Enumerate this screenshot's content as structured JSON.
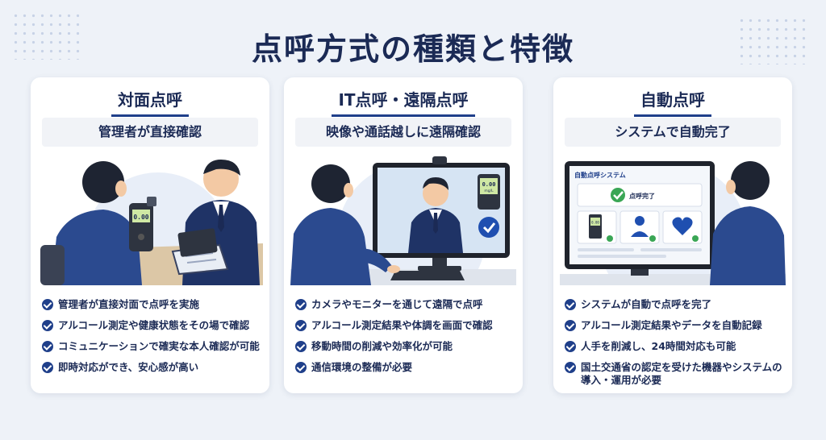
{
  "title": "点呼方式の種類と特徴",
  "cards": [
    {
      "title": "対面点呼",
      "subtitle": "管理者が直接確認",
      "device_reading": "0.00",
      "bullets": [
        "管理者が直接対面で点呼を実施",
        "アルコール測定や健康状態をその場で確認",
        "コミュニケーションで確実な本人確認が可能",
        "即時対応ができ、安心感が高い"
      ]
    },
    {
      "title": "IT点呼・遠隔点呼",
      "subtitle": "映像や通話越しに遠隔確認",
      "device_reading": "0.00",
      "device_unit": "mg/L",
      "bullets": [
        "カメラやモニターを通じて遠隔で点呼",
        "アルコール測定結果や体調を画面で確認",
        "移動時間の削減や効率化が可能",
        "通信環境の整備が必要"
      ]
    },
    {
      "title": "自動点呼",
      "subtitle": "システムで自動完了",
      "screen_title": "自動点呼システム",
      "screen_status": "点呼完了",
      "device_reading": "0.00",
      "bullets": [
        "システムが自動で点呼を完了",
        "アルコール測定結果やデータを自動記録",
        "人手を削減し、24時間対応も可能",
        "国土交通省の認定を受けた機器やシステムの導入・運用が必要"
      ]
    }
  ],
  "colors": {
    "navy": "#1b2a55",
    "accent": "#1f3f8a",
    "suit": "#2b4a8f",
    "green": "#3aa655"
  }
}
